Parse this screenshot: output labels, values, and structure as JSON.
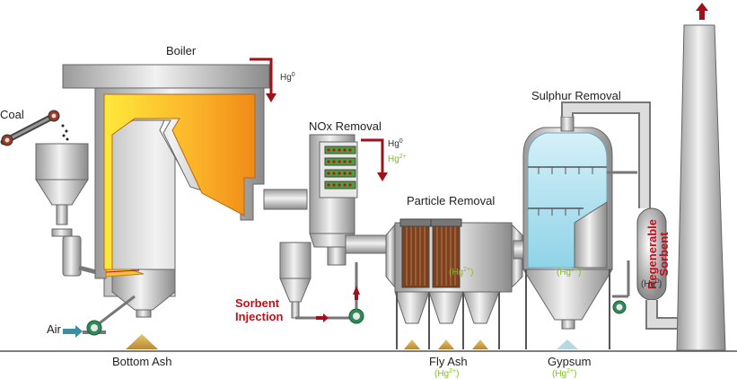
{
  "labels": {
    "boiler": "Boiler",
    "coal": "Coal",
    "air": "Air",
    "bottom_ash": "Bottom Ash",
    "nox_removal": "NOx Removal",
    "particle_removal": "Particle Removal",
    "sulphur_removal": "Sulphur Removal",
    "sorbent_injection_1": "Sorbent",
    "sorbent_injection_2": "Injection",
    "fly_ash": "Fly Ash",
    "gypsum": "Gypsum",
    "regenerable_1": "Regenerable",
    "regenerable_2": "Sorbent"
  },
  "species": {
    "boiler_out": "Hg",
    "boiler_out_sup": "0",
    "nox_hg0": "Hg",
    "nox_hg0_sup": "0",
    "nox_hg2": "Hg",
    "nox_hg2_sup": "2+",
    "particle": "(Hg",
    "particle_sup": "2+",
    "particle_close": ")",
    "sulphur": "(Hg",
    "sulphur_sup": "2+",
    "sulphur_close": ")",
    "regen": "(Hg",
    "regen_sup": "0",
    "regen_close": ")",
    "fly_ash": "(Hg",
    "fly_ash_sup": "2+",
    "fly_ash_close": ")",
    "gypsum": "(Hg",
    "gypsum_sup": "2+",
    "gypsum_close": ")"
  },
  "colors": {
    "metal_light": "#e6e6e6",
    "metal_dark": "#8a8a8a",
    "flame_light": "#ffe23a",
    "flame_dark": "#f59a1a",
    "arrow_red": "#a0101a",
    "hg2_green": "#7cc21a",
    "ash": "#c9a04a",
    "water": "#8fd3e8"
  }
}
